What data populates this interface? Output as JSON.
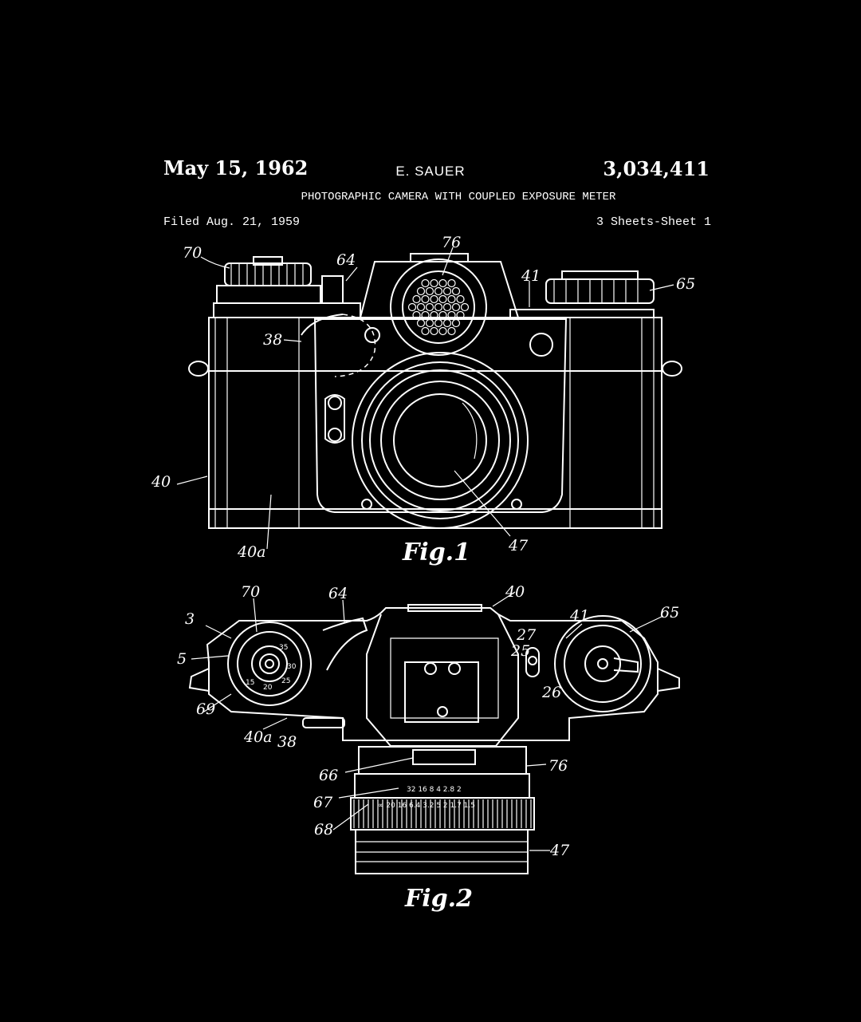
{
  "header": {
    "date": "May 15, 1962",
    "inventor": "E. SAUER",
    "patent_number": "3,034,411",
    "title": "PHOTOGRAPHIC CAMERA WITH COUPLED EXPOSURE METER",
    "filed": "Filed Aug. 21, 1959",
    "sheets": "3 Sheets-Sheet 1"
  },
  "figures": {
    "fig1": {
      "label": "Fig.1",
      "refs": {
        "r70": "70",
        "r64": "64",
        "r76": "76",
        "r41": "41",
        "r65": "65",
        "r38": "38",
        "r40": "40",
        "r40a": "40a",
        "r47": "47"
      }
    },
    "fig2": {
      "label": "Fig.2",
      "refs": {
        "r70": "70",
        "r64": "64",
        "r40": "40",
        "r41": "41",
        "r65": "65",
        "r3": "3",
        "r5": "5",
        "r69": "69",
        "r40a": "40a",
        "r38": "38",
        "r27": "27",
        "r25": "25",
        "r26": "26",
        "r66": "66",
        "r76": "76",
        "r67": "67",
        "r68": "68",
        "r47": "47"
      },
      "scale_marks": {
        "dial_a": "30",
        "dial_b": "15",
        "dial_c": "20",
        "dial_d": "25",
        "dial_e": "35",
        "lens_row1": "32 16 8 4 2.8 2",
        "lens_row2": "∞ 20 16 6.4 3.2 5 2 1.7 1.5"
      }
    }
  }
}
